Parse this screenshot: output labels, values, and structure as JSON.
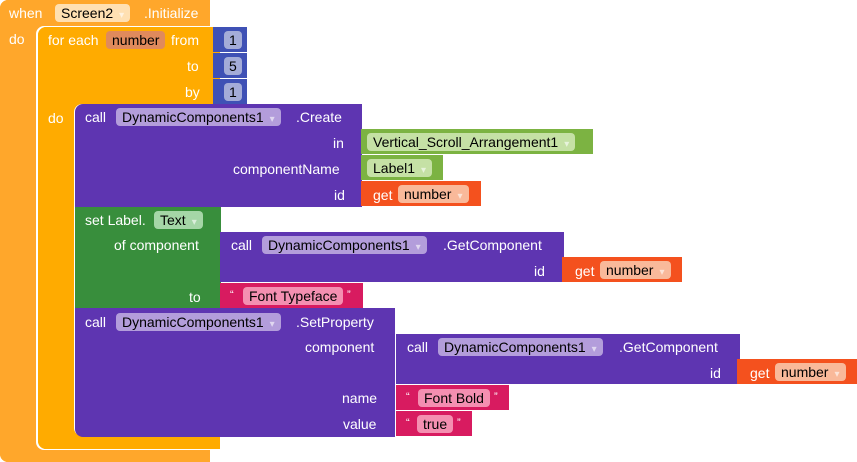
{
  "event": {
    "when_label": "when",
    "component": "Screen2",
    "event_name": ".Initialize",
    "do_label": "do"
  },
  "loop": {
    "for_each_label": "for each",
    "variable": "number",
    "from_label": "from",
    "from_value": "1",
    "to_label": "to",
    "to_value": "5",
    "by_label": "by",
    "by_value": "1",
    "do_label": "do"
  },
  "create_call": {
    "call_label": "call",
    "component": "DynamicComponents1",
    "method": ".Create",
    "in_label": "in",
    "in_value": "Vertical_Scroll_Arrangement1",
    "componentName_label": "componentName",
    "componentName_value": "Label1",
    "id_label": "id",
    "id_get_label": "get",
    "id_var": "number"
  },
  "set_label": {
    "set_label": "set Label.",
    "property": "Text",
    "of_component_label": "of component",
    "getcomp_call_label": "call",
    "getcomp_component": "DynamicComponents1",
    "getcomp_method": ".GetComponent",
    "getcomp_id_label": "id",
    "getcomp_get_label": "get",
    "getcomp_var": "number",
    "to_label": "to",
    "to_text": "Font Typeface"
  },
  "setproperty_call": {
    "call_label": "call",
    "component": "DynamicComponents1",
    "method": ".SetProperty",
    "component_label": "component",
    "getcomp_call_label": "call",
    "getcomp_component": "DynamicComponents1",
    "getcomp_method": ".GetComponent",
    "getcomp_id_label": "id",
    "getcomp_get_label": "get",
    "getcomp_var": "number",
    "name_label": "name",
    "name_text": "Font Bold",
    "value_label": "value",
    "value_text": "true"
  },
  "quotes": {
    "open": "“",
    "close": "”"
  }
}
